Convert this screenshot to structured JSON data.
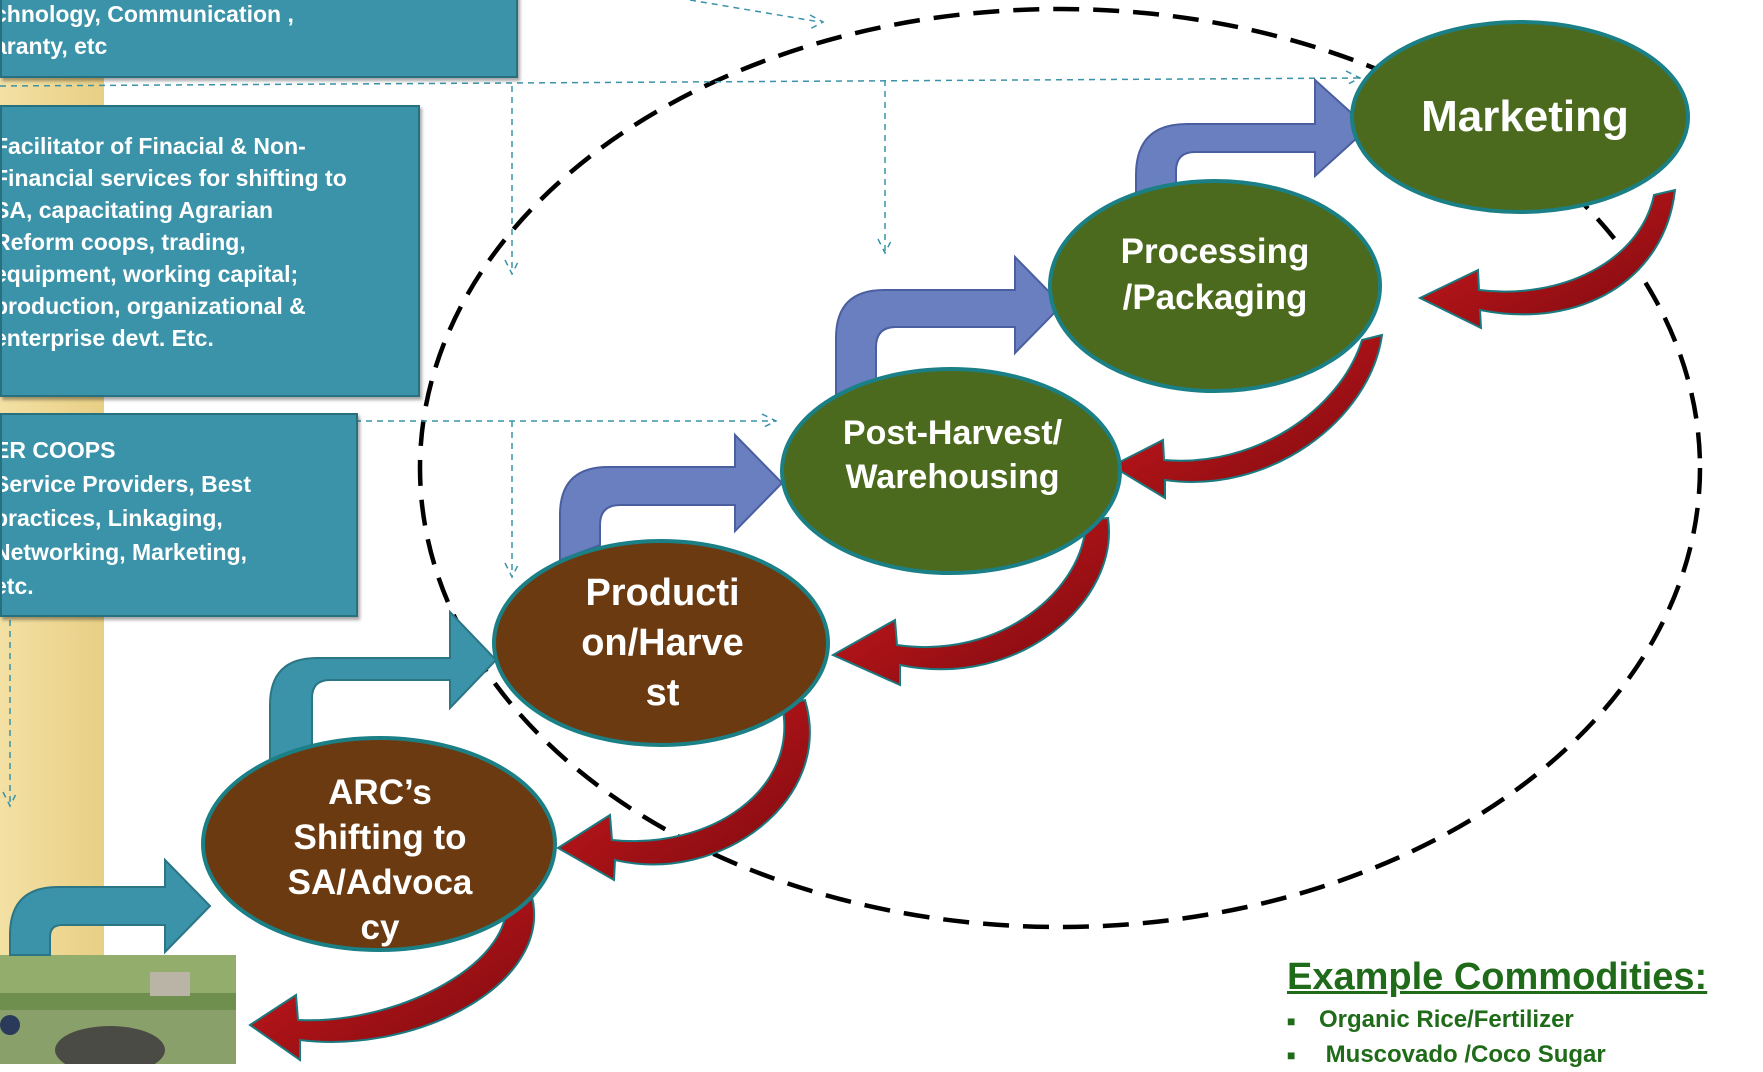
{
  "top_box": {
    "lines": [
      "chnology, Communication ,",
      "aranty, etc"
    ]
  },
  "middle_box": {
    "lines": [
      "Facilitator of Finacial & Non-",
      "Financial services for shifting to",
      "SA, capacitating Agrarian",
      "Reform coops, trading,",
      "equipment, working capital;",
      "production, organizational &",
      "enterprise devt. Etc."
    ]
  },
  "lower_box": {
    "lines": [
      "ER COOPS",
      "Service Providers, Best",
      "practices, Linkaging,",
      "Networking, Marketing,",
      "etc."
    ]
  },
  "stages": [
    {
      "lines": [
        "ARC’s",
        "Shifting to",
        "SA/Advoca",
        "cy"
      ],
      "color": "#6b3a10"
    },
    {
      "lines": [
        "Producti",
        "on/Harve",
        "st"
      ],
      "color": "#6b3a10"
    },
    {
      "lines": [
        "Post-Harvest/",
        "Warehousing"
      ],
      "color": "#4b6a1e"
    },
    {
      "lines": [
        "Processing",
        "/Packaging"
      ],
      "color": "#4b6a1e"
    },
    {
      "lines": [
        "Marketing"
      ],
      "color": "#4b6a1e"
    }
  ],
  "example_commodities": {
    "heading": "Example Commodities:",
    "items": [
      "Organic Rice/Fertilizer",
      " Muscovado /Coco Sugar"
    ]
  },
  "colors": {
    "box_fill": "#3a93a8",
    "brown_node": "#6b3a10",
    "green_node": "#4b6a1e",
    "teal_arrow": "#3a93a8",
    "blue_arrow": "#6a7fc0",
    "red_arrow": "#b01217",
    "heading_green": "#1f6b19"
  }
}
